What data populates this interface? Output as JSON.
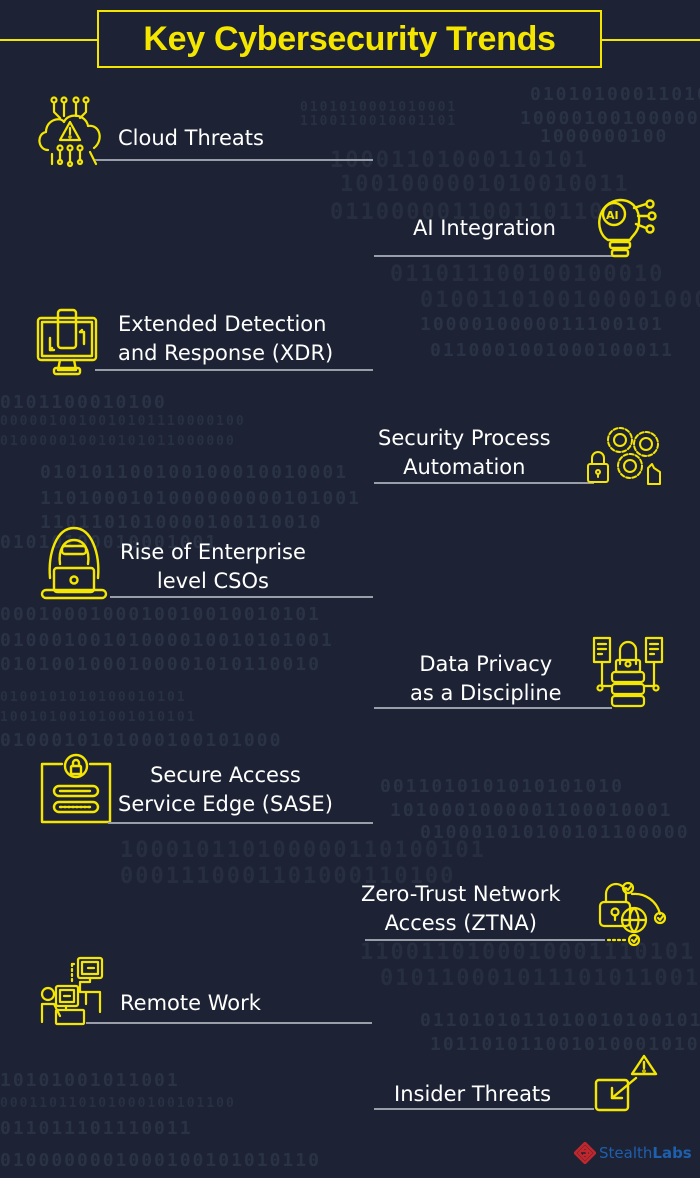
{
  "header": {
    "title": "Key Cybersecurity Trends"
  },
  "colors": {
    "background": "#1d2334",
    "accent": "#f5e600",
    "text": "#ffffff",
    "rule": "#9a9ea8",
    "logo_blue": "#1e5fae",
    "logo_red": "#c0272d"
  },
  "trends": [
    {
      "label": "Cloud Threats",
      "icon": "cloud-warning-icon",
      "side": "left"
    },
    {
      "label": "AI Integration",
      "icon": "ai-lightbulb-icon",
      "side": "right"
    },
    {
      "label": "Extended Detection\nand Response (XDR)",
      "icon": "monitor-phone-sync-icon",
      "side": "left"
    },
    {
      "label": "Security Process\nAutomation",
      "icon": "gears-lock-icon",
      "side": "right"
    },
    {
      "label": "Rise of Enterprise\nlevel CSOs",
      "icon": "hooded-hacker-icon",
      "side": "left"
    },
    {
      "label": "Data Privacy\nas a Discipline",
      "icon": "database-lock-icon",
      "side": "right"
    },
    {
      "label": "Secure Access\nService Edge (SASE)",
      "icon": "login-lock-window-icon",
      "side": "left"
    },
    {
      "label": "Zero-Trust Network\nAccess (ZTNA)",
      "icon": "lock-globe-check-icon",
      "side": "right"
    },
    {
      "label": "Remote Work",
      "icon": "remote-worker-icon",
      "side": "left"
    },
    {
      "label": "Insider Threats",
      "icon": "inward-arrow-warning-icon",
      "side": "right"
    }
  ],
  "branding": {
    "logo_part1": "Stealth",
    "logo_part2": "Labs"
  }
}
